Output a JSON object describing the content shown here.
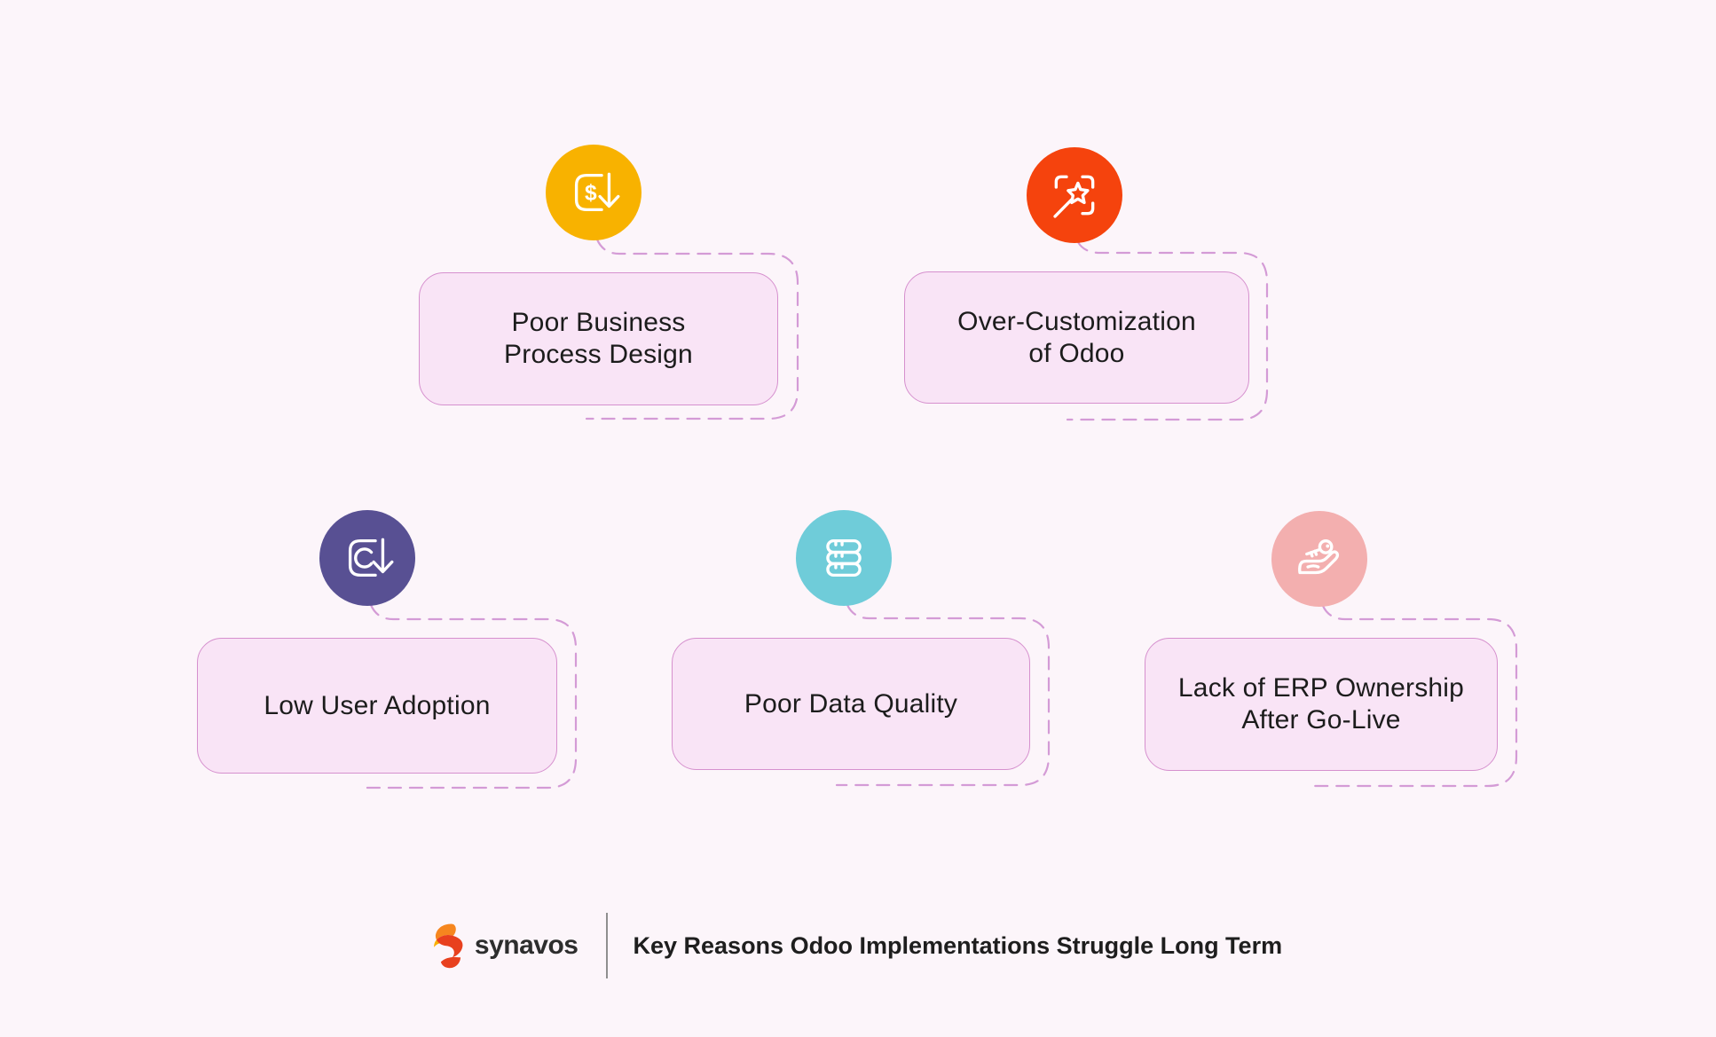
{
  "page": {
    "background_color": "#FCF5FA",
    "card_fill_color": "#F9E4F6",
    "card_border_color": "#D690CE",
    "dashed_outline_color": "#D49BD6",
    "text_color": "#1C1C1C"
  },
  "cards": [
    {
      "label": "Poor Business Process Design",
      "icon": "cost-down-icon",
      "circle_color": "#F8B200"
    },
    {
      "label": "Over-Customization of Odoo",
      "icon": "magic-wand-icon",
      "circle_color": "#F5430D"
    },
    {
      "label": "Low User Adoption",
      "icon": "user-decline-icon",
      "circle_color": "#585093"
    },
    {
      "label": "Poor Data Quality",
      "icon": "database-stack-icon",
      "circle_color": "#6FCCD9"
    },
    {
      "label": "Lack of ERP Ownership After Go-Live",
      "icon": "hand-key-icon",
      "circle_color": "#F3AFAF"
    }
  ],
  "footer": {
    "brand": "synavos",
    "title": "Key Reasons Odoo Implementations Struggle Long Term",
    "brand_colors": {
      "orange": "#F6861F",
      "red": "#E8401E",
      "yellow": "#F9B000"
    }
  }
}
